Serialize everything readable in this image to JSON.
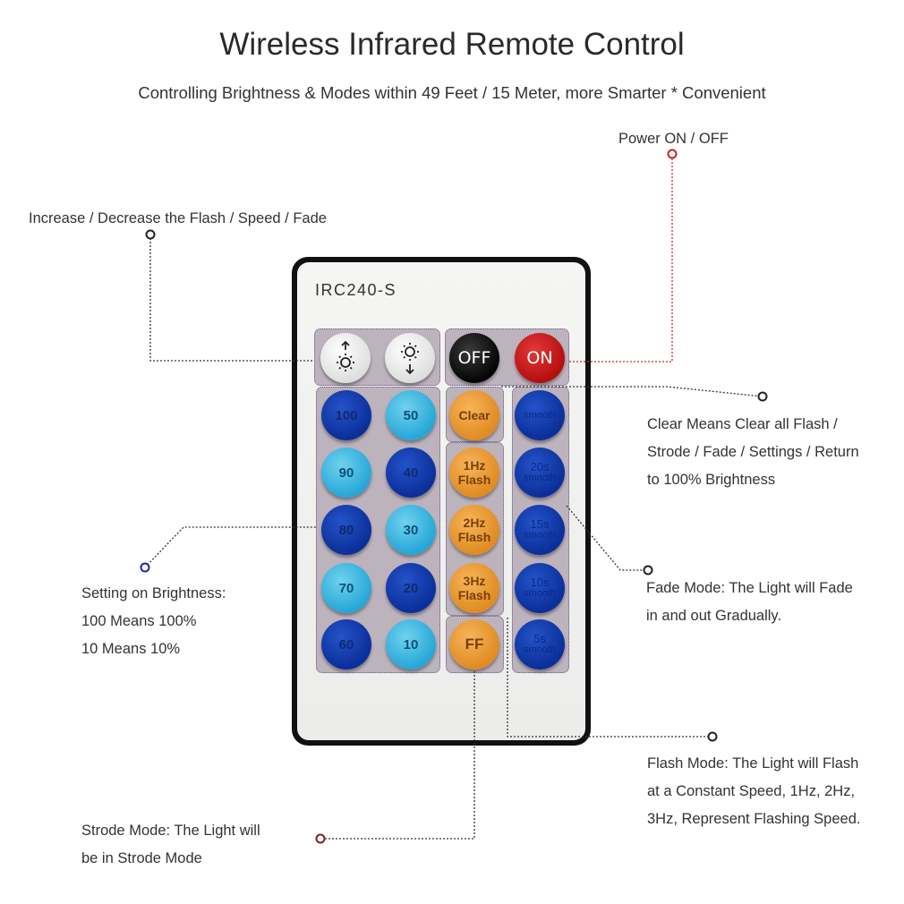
{
  "title": "Wireless Infrared Remote Control",
  "subtitle": "Controlling Brightness & Modes within 49 Feet / 15 Meter, more Smarter * Convenient",
  "callouts": {
    "power": "Power ON / OFF",
    "increase": "Increase / Decrease the Flash / Speed / Fade",
    "clear": [
      "Clear Means Clear all Flash /",
      "Strode / Fade / Settings / Return",
      "to 100% Brightness"
    ],
    "fade": [
      "Fade Mode: The Light will Fade",
      "in and out Gradually."
    ],
    "brightness": [
      "Setting on Brightness:",
      "100 Means 100%",
      "10 Means 10%"
    ],
    "flash": [
      "Flash Mode: The Light will Flash",
      "at a Constant Speed, 1Hz, 2Hz,",
      "3Hz, Represent Flashing Speed."
    ],
    "strode": [
      "Strode Mode: The Light will",
      "be in Strode Mode"
    ]
  },
  "remote": {
    "model": "IRC240-S",
    "off_label": "OFF",
    "on_label": "ON",
    "brightness_buttons": [
      "100",
      "50",
      "90",
      "40",
      "80",
      "30",
      "70",
      "20",
      "60",
      "10"
    ],
    "clear_label": "Clear",
    "flash_buttons": [
      [
        "1Hz",
        "Flash"
      ],
      [
        "2Hz",
        "Flash"
      ],
      [
        "3Hz",
        "Flash"
      ]
    ],
    "ff_label": "FF",
    "smooth_top": "smooth",
    "smooth_buttons": [
      [
        "20s",
        "smooth"
      ],
      [
        "15s",
        "smooth"
      ],
      [
        "10s",
        "smooth"
      ],
      [
        "5s",
        "smooth"
      ]
    ]
  },
  "colors": {
    "dark_blue": "#0b2f9a",
    "light_blue": "#27a7d8",
    "orange": "#e08c22",
    "off_black": "#050505",
    "on_red": "#b60e0e",
    "group_bg": "#bdb3bd"
  }
}
